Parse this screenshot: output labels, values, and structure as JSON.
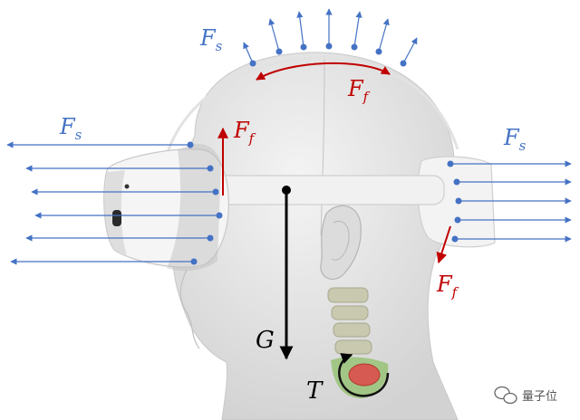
{
  "labels": {
    "fs_top": "F",
    "fs_top_sub": "s",
    "ff_top": "F",
    "ff_top_sub": "f",
    "fs_left": "F",
    "fs_left_sub": "s",
    "ff_front": "F",
    "ff_front_sub": "f",
    "fs_right": "F",
    "fs_right_sub": "s",
    "ff_back": "F",
    "ff_back_sub": "f",
    "gravity": "G",
    "torque": "T"
  },
  "watermark": {
    "text": "量子位"
  },
  "colors": {
    "support_force": "#4472c4",
    "friction_force": "#c00000",
    "gravity": "#000000",
    "head": "#e6e6e6",
    "headset": "#f2f2f2",
    "spine": "#c9c9b0",
    "spine_highlight": "#8fbf6a",
    "pressure_spot": "#e04848"
  },
  "icons": {
    "watermark_logo": "wechat-icon"
  }
}
